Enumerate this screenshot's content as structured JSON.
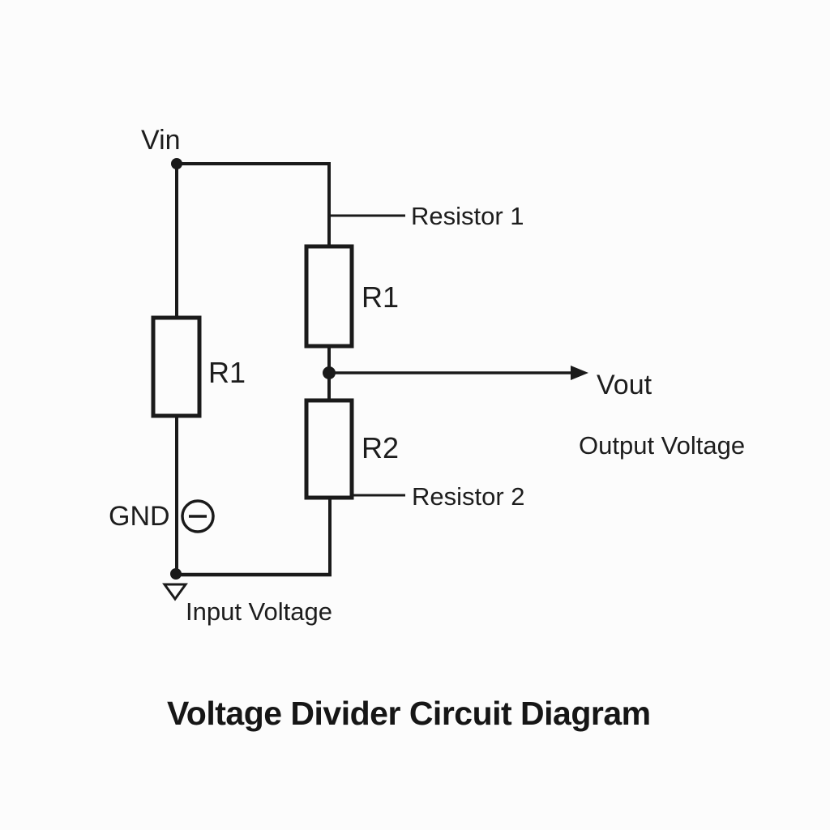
{
  "title": "Voltage Divider Circuit Diagram",
  "colors": {
    "line": "#1a1a1a",
    "text": "#1d1d1d",
    "background": "#fcfcfc"
  },
  "labels": {
    "vin": "Vin",
    "vout": "Vout",
    "gnd": "GND",
    "input_voltage": "Input Voltage",
    "output_voltage": "Output Voltage",
    "left_resistor": "R1",
    "resistor1": "R1",
    "resistor2": "R2",
    "resistor1_callout": "Resistor 1",
    "resistor2_callout": "Resistor 2"
  }
}
